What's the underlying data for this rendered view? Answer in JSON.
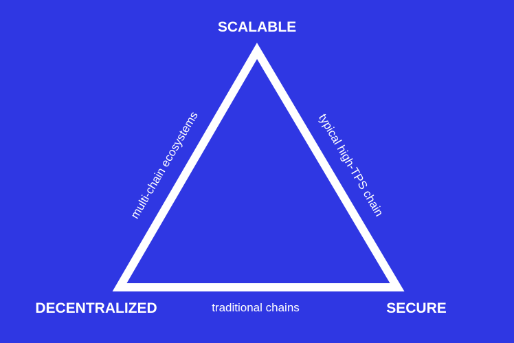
{
  "colors": {
    "background": "#2f37e3",
    "foreground": "#ffffff"
  },
  "vertices": {
    "top": "SCALABLE",
    "bottom_left": "DECENTRALIZED",
    "bottom_right": "SECURE"
  },
  "edges": {
    "left": "multi-chain ecosystems",
    "right": "typical high-TPS chain",
    "bottom": "traditional chains"
  }
}
